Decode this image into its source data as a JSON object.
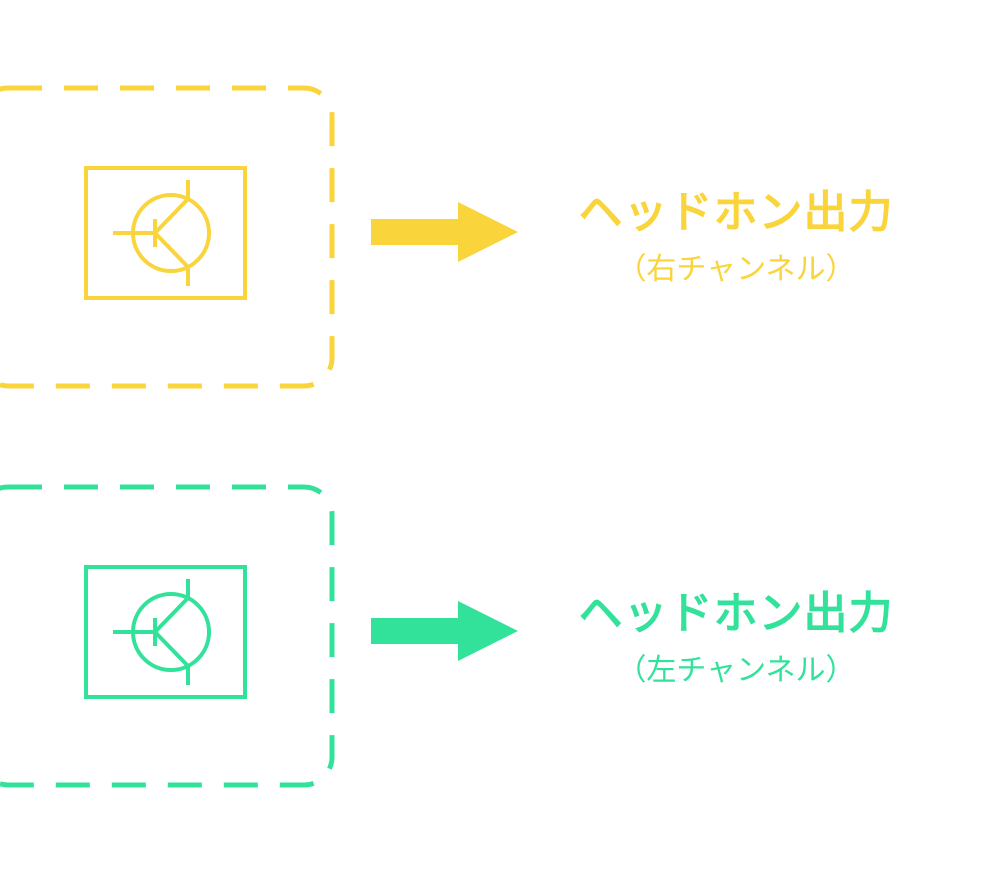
{
  "colors": {
    "right": "#F9D43A",
    "left": "#33E29A"
  },
  "channels": [
    {
      "title": "ヘッドホン出力",
      "subtitle": "（右チャンネル）",
      "icon": "transistor-icon"
    },
    {
      "title": "ヘッドホン出力",
      "subtitle": "（左チャンネル）",
      "icon": "transistor-icon"
    }
  ]
}
